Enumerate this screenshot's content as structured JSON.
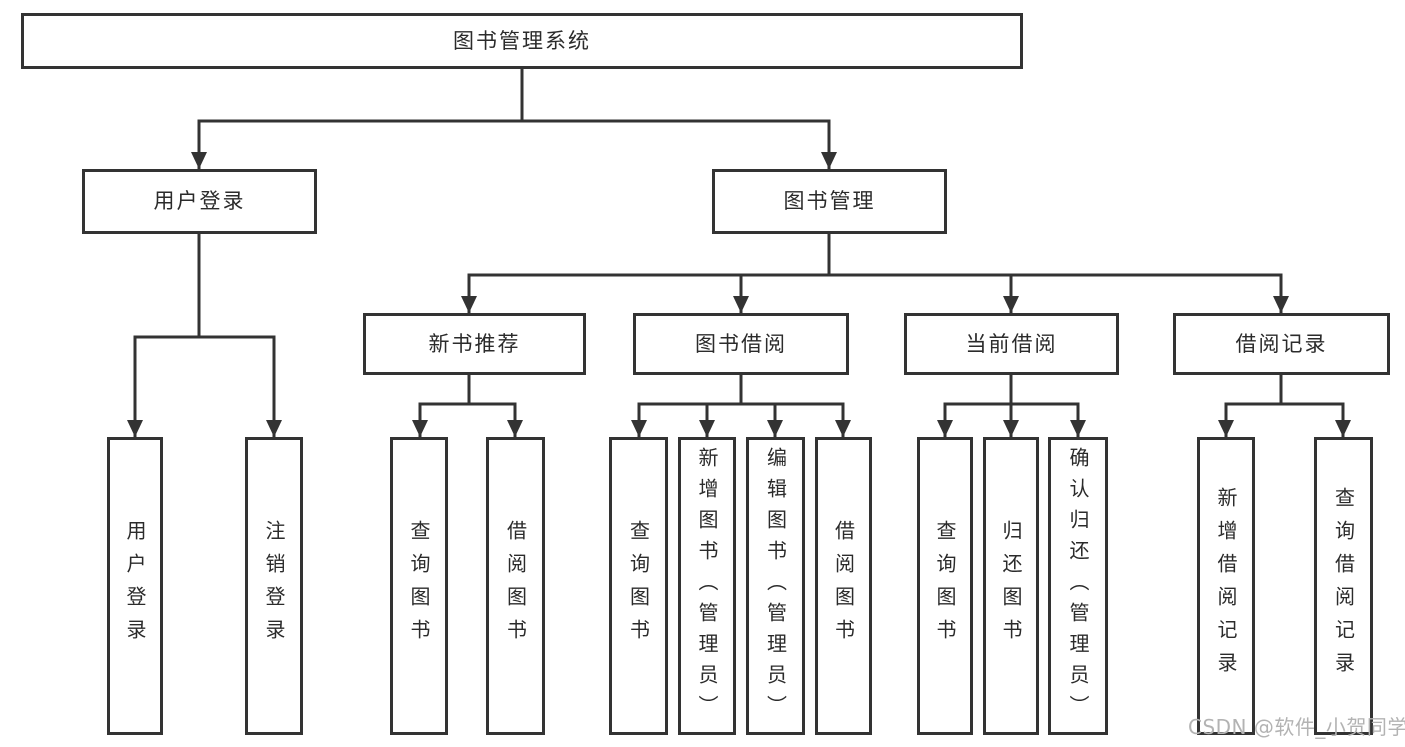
{
  "diagram": {
    "type": "hierarchy-tree",
    "root": {
      "label": "图书管理系统",
      "children": [
        {
          "label": "用户登录",
          "children": [
            {
              "label": "用户登录"
            },
            {
              "label": "注销登录"
            }
          ]
        },
        {
          "label": "图书管理",
          "children": [
            {
              "label": "新书推荐",
              "children": [
                {
                  "label": "查询图书"
                },
                {
                  "label": "借阅图书"
                }
              ]
            },
            {
              "label": "图书借阅",
              "children": [
                {
                  "label": "查询图书"
                },
                {
                  "label": "新增图书（管理员）"
                },
                {
                  "label": "编辑图书（管理员）"
                },
                {
                  "label": "借阅图书"
                }
              ]
            },
            {
              "label": "当前借阅",
              "children": [
                {
                  "label": "查询图书"
                },
                {
                  "label": "归还图书"
                },
                {
                  "label": "确认归还（管理员）"
                }
              ]
            },
            {
              "label": "借阅记录",
              "children": [
                {
                  "label": "新增借阅记录"
                },
                {
                  "label": "查询借阅记录"
                }
              ]
            }
          ]
        }
      ]
    },
    "colors": {
      "line": "#333333",
      "text": "#2b2b2b",
      "box_background": "#ffffff",
      "page_background": "#ffffff",
      "watermark": "#b3b3b3"
    },
    "watermark": "CSDN @软件_小贺同学"
  }
}
